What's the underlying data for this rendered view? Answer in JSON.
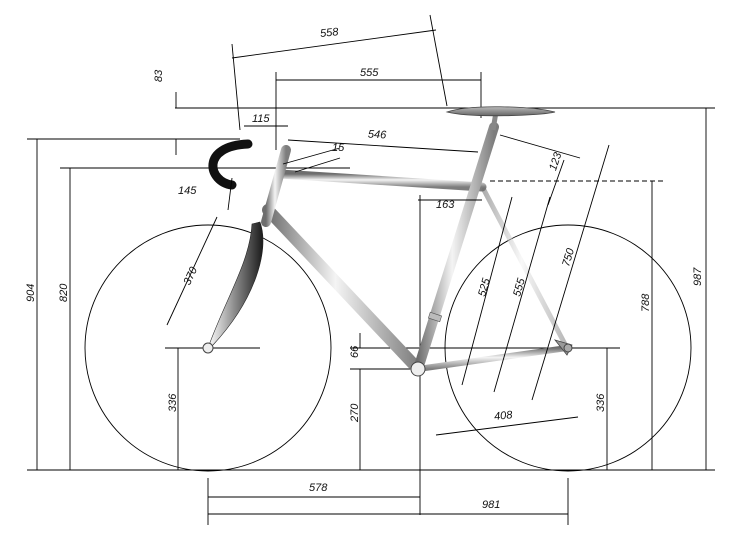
{
  "diagram": {
    "subject": "track bicycle frame geometry",
    "colors": {
      "line": "#000000",
      "tube_light": "#f2f2f2",
      "tube_dark": "#7a7a7a",
      "fork": "#3a3a3a",
      "tape": "#111111"
    },
    "dimensions": {
      "top_left_span": "558",
      "top_right_span": "555",
      "saddle_drop": "83",
      "stem_reach": "115",
      "top_tube": "546",
      "stem_angle": "15",
      "bar_drop": "145",
      "seat_extension": "123",
      "bb_offset": "163",
      "fork_length": "370",
      "seat_tube_a": "525",
      "seat_tube_b": "555",
      "saddle_height": "750",
      "head_height": "904",
      "bar_height": "820",
      "saddle_ground": "987",
      "top_tube_height": "788",
      "bb_drop": "66",
      "bb_height": "270",
      "front_axle_height": "336",
      "rear_axle_height": "336",
      "chainstay": "408",
      "front_center": "578",
      "wheelbase": "981"
    }
  }
}
